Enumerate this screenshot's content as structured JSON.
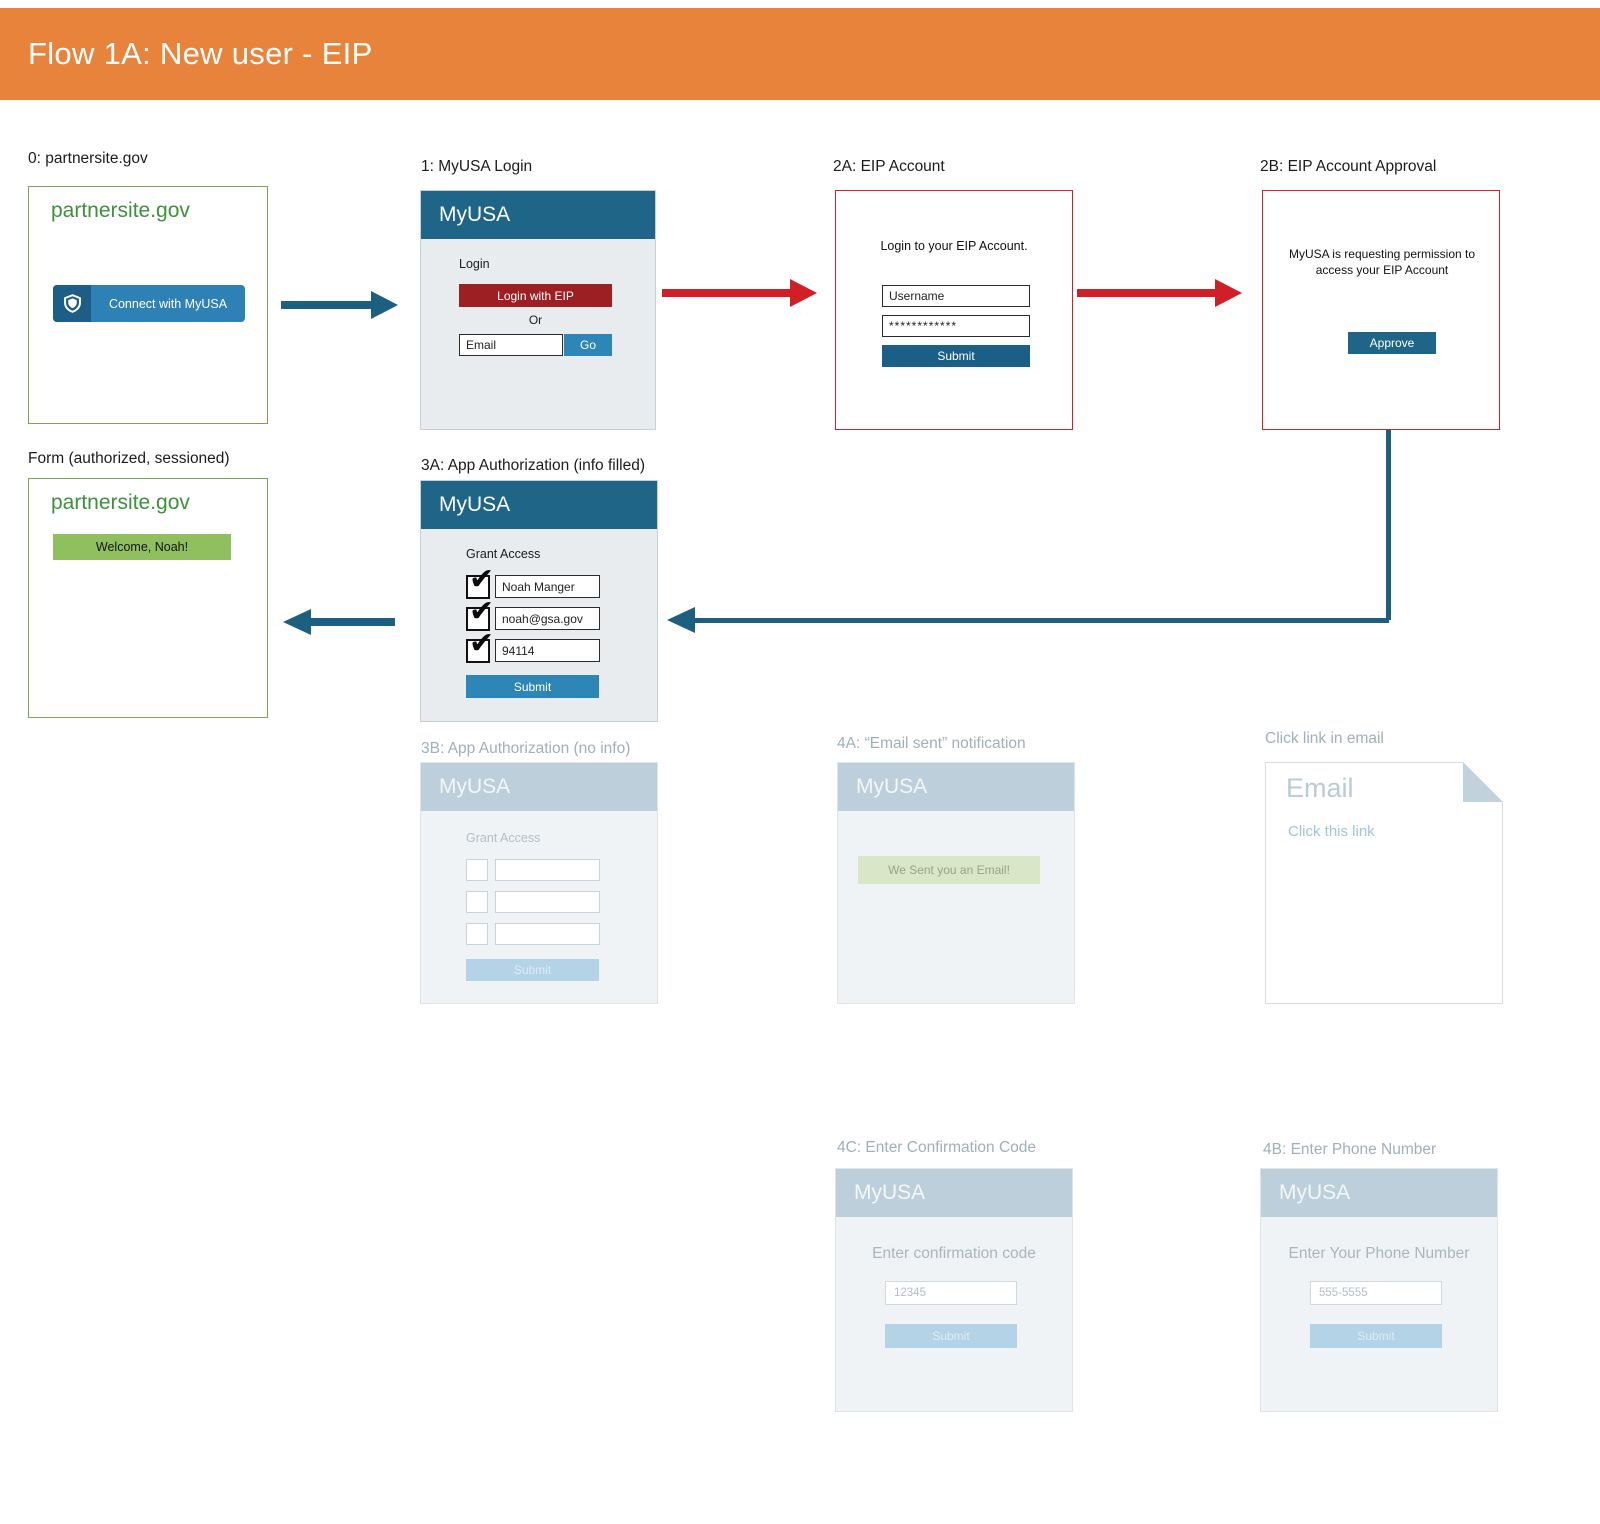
{
  "header": {
    "title": "Flow 1A: New user - EIP"
  },
  "colors": {
    "banner_orange": "#E8833C",
    "myusa_teal": "#1F6587",
    "action_blue": "#2E86B6",
    "eip_red": "#9E1F23",
    "arrow_red": "#D01F26",
    "arrow_teal": "#1D5F7E",
    "partner_green": "#3D913B",
    "welcome_green": "#8FBF5F",
    "faded_header_blue": "#BDCFDA"
  },
  "panels": {
    "p0": {
      "label": "0: partnersite.gov",
      "site": "partnersite.gov",
      "connect_button": "Connect with MyUSA"
    },
    "p1": {
      "label": "1: MyUSA Login",
      "app": "MyUSA",
      "login_heading": "Login",
      "eip_button": "Login with EIP",
      "or": "Or",
      "email_value": "Email",
      "go_button": "Go"
    },
    "p2a": {
      "label": "2A: EIP Account",
      "prompt": "Login to your EIP Account.",
      "username_value": "Username",
      "password_value": "************",
      "submit_button": "Submit"
    },
    "p2b": {
      "label": "2B: EIP Account Approval",
      "prompt": "MyUSA is requesting permission to access your EIP Account",
      "approve_button": "Approve"
    },
    "form": {
      "label": "Form (authorized, sessioned)",
      "site": "partnersite.gov",
      "welcome_banner": "Welcome, Noah!"
    },
    "p3a": {
      "label": "3A: App Authorization (info filled)",
      "app": "MyUSA",
      "grant_heading": "Grant Access",
      "fields": [
        "Noah Manger",
        "noah@gsa.gov",
        "94114"
      ],
      "submit_button": "Submit"
    },
    "p3b": {
      "label": "3B: App Authorization (no info)",
      "app": "MyUSA",
      "grant_heading": "Grant Access",
      "submit_button": "Submit"
    },
    "p4a": {
      "label": "4A: “Email sent” notification",
      "app": "MyUSA",
      "notice": "We Sent you an Email!"
    },
    "email": {
      "label": "Click link in email",
      "title": "Email",
      "link": "Click this link"
    },
    "p4c": {
      "label": "4C: Enter Confirmation Code",
      "app": "MyUSA",
      "prompt": "Enter confirmation code",
      "code_value": "12345",
      "submit_button": "Submit"
    },
    "p4b": {
      "label": "4B: Enter Phone Number",
      "app": "MyUSA",
      "prompt": "Enter Your Phone Number",
      "phone_value": "555-5555",
      "submit_button": "Submit"
    }
  }
}
